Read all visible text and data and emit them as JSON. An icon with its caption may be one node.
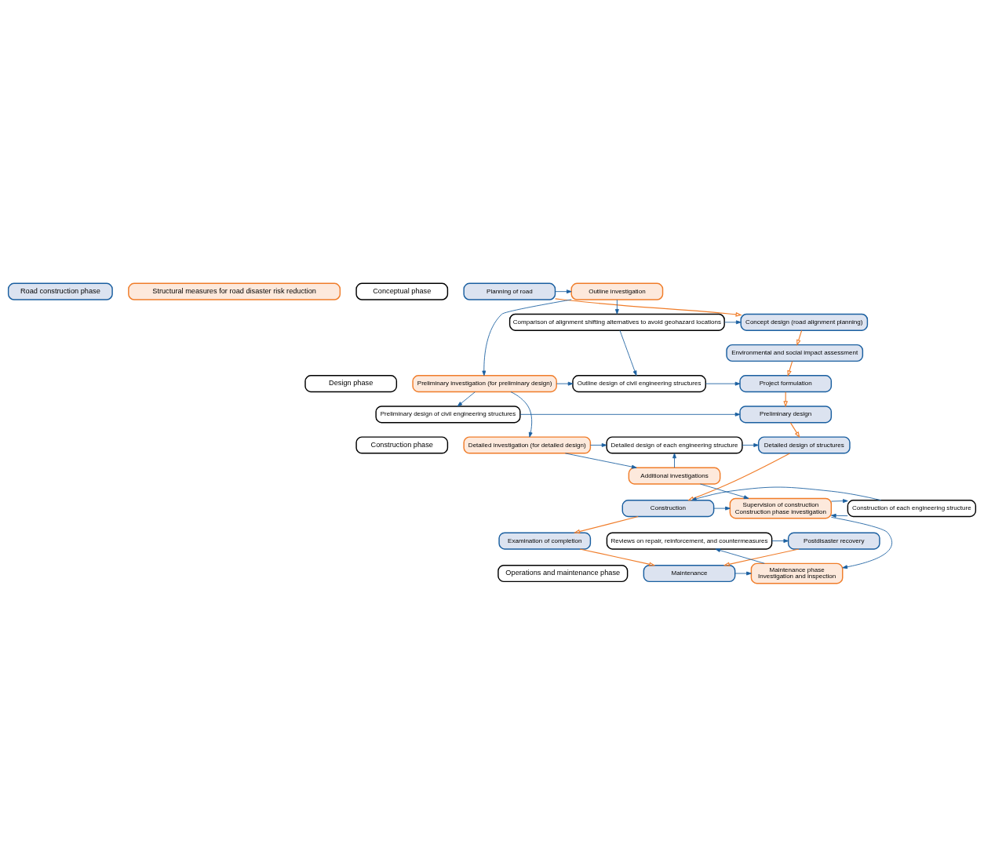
{
  "diagram": {
    "nodes": [
      {
        "text": [
          "Road construction phase"
        ]
      },
      {
        "text": [
          "Structural measures for road disaster risk reduction"
        ]
      },
      {
        "text": [
          "Conceptual phase"
        ]
      },
      {
        "text": [
          "Design phase"
        ]
      },
      {
        "text": [
          "Construction phase"
        ]
      },
      {
        "text": [
          "Operations and maintenance phase"
        ]
      },
      {
        "text": [
          "Planning of road"
        ]
      },
      {
        "text": [
          "Concept design (road alignment planning)"
        ]
      },
      {
        "text": [
          "Environmental and social impact assessment"
        ]
      },
      {
        "text": [
          "Project formulation"
        ]
      },
      {
        "text": [
          "Preliminary design"
        ]
      },
      {
        "text": [
          "Detailed design of structures"
        ]
      },
      {
        "text": [
          "Construction"
        ]
      },
      {
        "text": [
          "Examination of completion"
        ]
      },
      {
        "text": [
          "Maintenance"
        ]
      },
      {
        "text": [
          "Postdisaster recovery"
        ]
      },
      {
        "text": [
          "Comparison of alignment shifting alternatives to avoid geohazard locations"
        ]
      },
      {
        "text": [
          "Outline design of civil engineering structures"
        ]
      },
      {
        "text": [
          "Preliminary design of civil engineering structures"
        ]
      },
      {
        "text": [
          "Detailed design of each engineering structure"
        ]
      },
      {
        "text": [
          "Construction of each engineering structure"
        ]
      },
      {
        "text": [
          "Reviews on repair, reinforcement, and countermeasures"
        ]
      },
      {
        "text": [
          "Outline investigation"
        ]
      },
      {
        "text": [
          "Preliminary investigation (for preliminary design)"
        ]
      },
      {
        "text": [
          "Detailed investigation (for detailed design)"
        ]
      },
      {
        "text": [
          "Additional investigations"
        ]
      },
      {
        "text": [
          "Supervision of construction",
          "Construction phase investigation"
        ]
      },
      {
        "text": [
          "Maintenance phase",
          "Investigation and inspection"
        ]
      }
    ],
    "edges": [
      {
        "from": 6,
        "to": 7,
        "arrow": "to",
        "color": "#f07d2a"
      },
      {
        "from": 7,
        "to": 8,
        "arrow": "to",
        "color": "#f07d2a"
      },
      {
        "from": 8,
        "to": 9,
        "arrow": "to",
        "color": "#f07d2a"
      },
      {
        "from": 9,
        "to": 10,
        "arrow": "to",
        "color": "#f07d2a"
      },
      {
        "from": 10,
        "to": 11,
        "arrow": "to",
        "color": "#f07d2a"
      },
      {
        "from": 11,
        "to": 12,
        "arrow": "to",
        "color": "#f07d2a"
      },
      {
        "from": 12,
        "to": 13,
        "arrow": "to",
        "color": "#f07d2a"
      },
      {
        "from": 13,
        "to": 14,
        "arrow": "to",
        "color": "#f07d2a"
      },
      {
        "from": 15,
        "to": 14,
        "arrow": "to",
        "color": "#f07d2a"
      },
      {
        "from": 6,
        "to": 22,
        "arrow": "to"
      },
      {
        "from": 22,
        "to": 16,
        "arrow": "to"
      },
      {
        "from": 22,
        "to": 23,
        "arrow": "to"
      },
      {
        "from": 16,
        "to": 7,
        "arrow": "to"
      },
      {
        "from": 16,
        "to": 17,
        "arrow": "to"
      },
      {
        "from": 17,
        "to": 9,
        "arrow": "to"
      },
      {
        "from": 23,
        "to": 17,
        "arrow": "to"
      },
      {
        "from": 23,
        "to": 18,
        "arrow": "to"
      },
      {
        "from": 18,
        "to": 10,
        "arrow": "to"
      },
      {
        "from": 23,
        "to": 24,
        "arrow": "to"
      },
      {
        "from": 19,
        "to": 11,
        "arrow": "to"
      },
      {
        "from": 24,
        "to": 19,
        "arrow": "to"
      },
      {
        "from": 24,
        "to": 25,
        "arrow": "to"
      },
      {
        "from": 25,
        "to": 19,
        "arrow": "to"
      },
      {
        "from": 12,
        "to": 26,
        "arrow": "to"
      },
      {
        "from": 20,
        "to": 12,
        "arrow": "to"
      },
      {
        "from": 20,
        "to": 26,
        "arrow": "to"
      },
      {
        "from": 26,
        "to": 20,
        "arrow": "to"
      },
      {
        "from": 25,
        "to": 26,
        "arrow": "to"
      },
      {
        "from": 26,
        "to": 27,
        "arrow": "to"
      },
      {
        "from": 14,
        "to": 27,
        "arrow": "to"
      },
      {
        "from": 27,
        "to": 21,
        "arrow": "to"
      },
      {
        "from": 21,
        "to": 15,
        "arrow": "to"
      }
    ]
  }
}
